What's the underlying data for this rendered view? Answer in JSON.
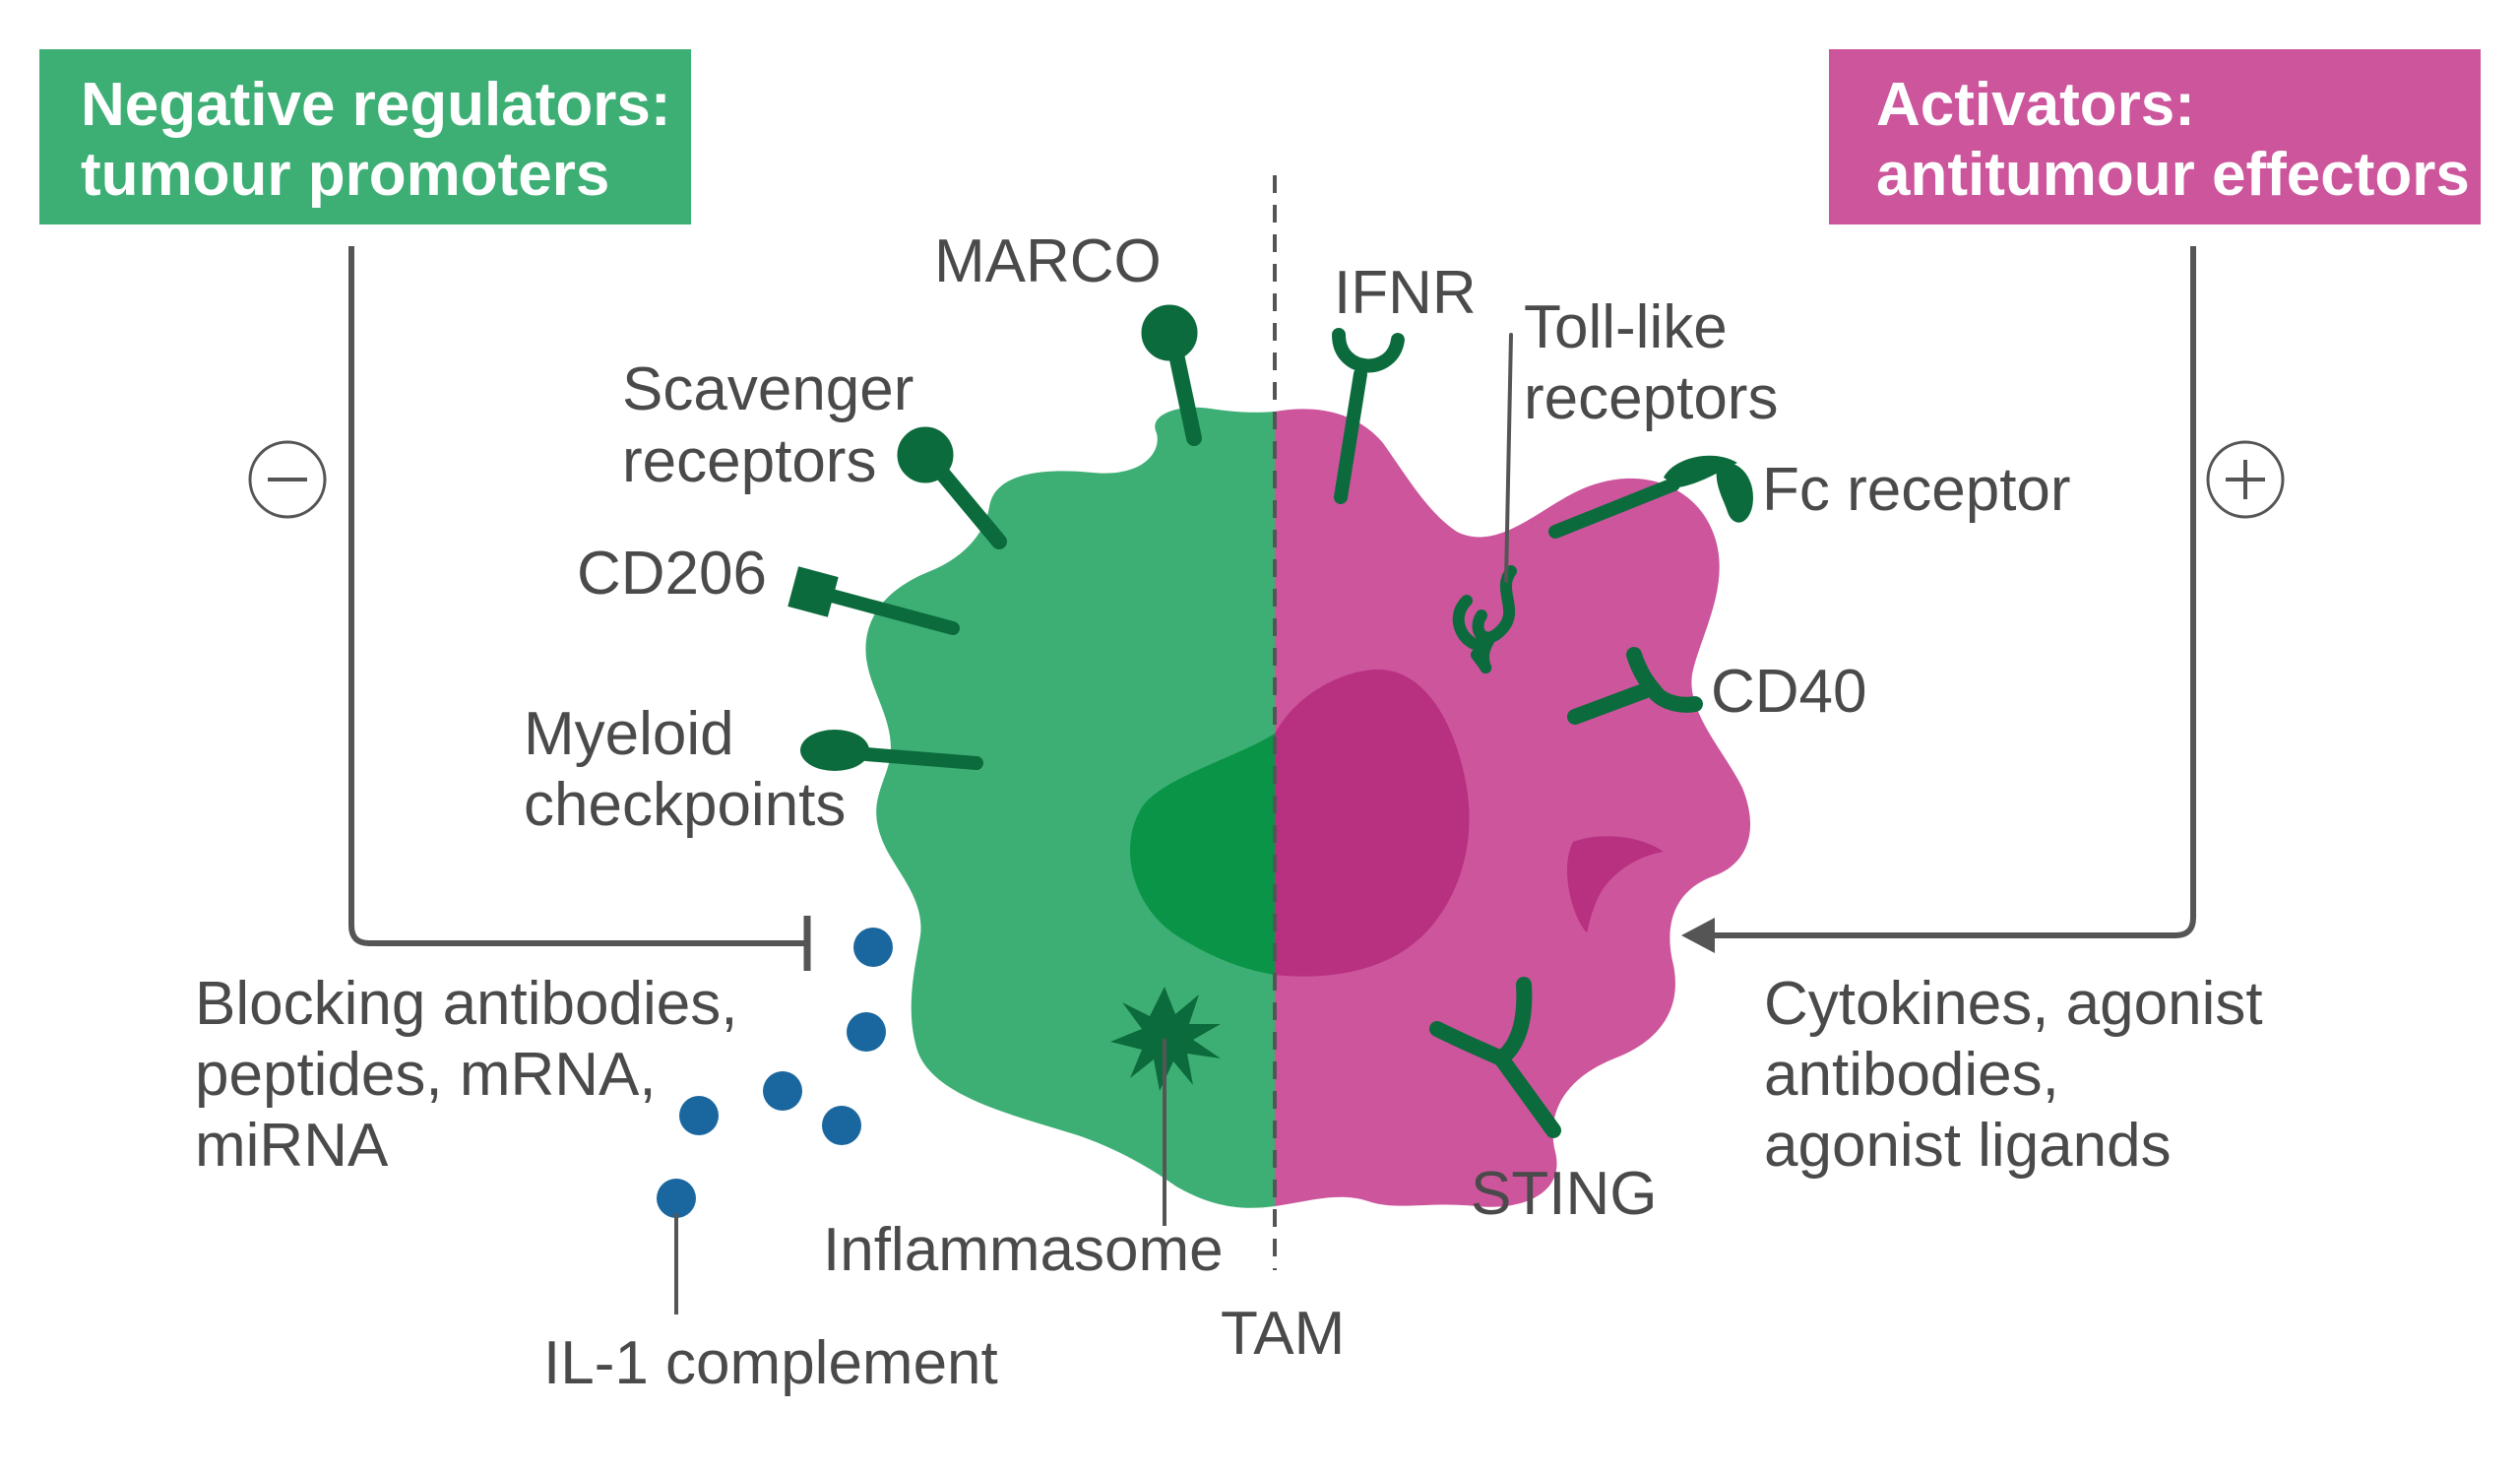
{
  "colors": {
    "negative": "#3daf74",
    "activator": "#cc559c",
    "receptor": "#0c6b3c",
    "nucleus_green": "#099447",
    "nucleus_magenta": "#b83080",
    "molecule": "#1a679f",
    "text": "#4a4a4a",
    "line": "#555555"
  },
  "negative_box": {
    "line1": "Negative regulators:",
    "line2": "tumour promoters"
  },
  "activator_box": {
    "line1": "Activators:",
    "line2": "antitumour effectors"
  },
  "minus_symbol": "−",
  "plus_symbol": "+",
  "labels": {
    "marco": "MARCO",
    "scavenger_1": "Scavenger",
    "scavenger_2": "receptors",
    "cd206": "CD206",
    "myeloid_1": "Myeloid",
    "myeloid_2": "checkpoints",
    "ifnr": "IFNR",
    "toll_1": "Toll-like",
    "toll_2": "receptors",
    "fc": "Fc receptor",
    "cd40": "CD40",
    "sting": "STING",
    "inflammasome": "Inflammasome",
    "tam": "TAM",
    "il1": "IL-1 complement",
    "blocking_1": "Blocking antibodies,",
    "blocking_2": "peptides, mRNA,",
    "blocking_3": "miRNA",
    "cyto_1": "Cytokines, agonist",
    "cyto_2": "antibodies,",
    "cyto_3": "agonist ligands"
  },
  "icons": [
    "minus-circle-icon",
    "plus-circle-icon",
    "inhibition-bar-icon",
    "arrow-icon"
  ]
}
